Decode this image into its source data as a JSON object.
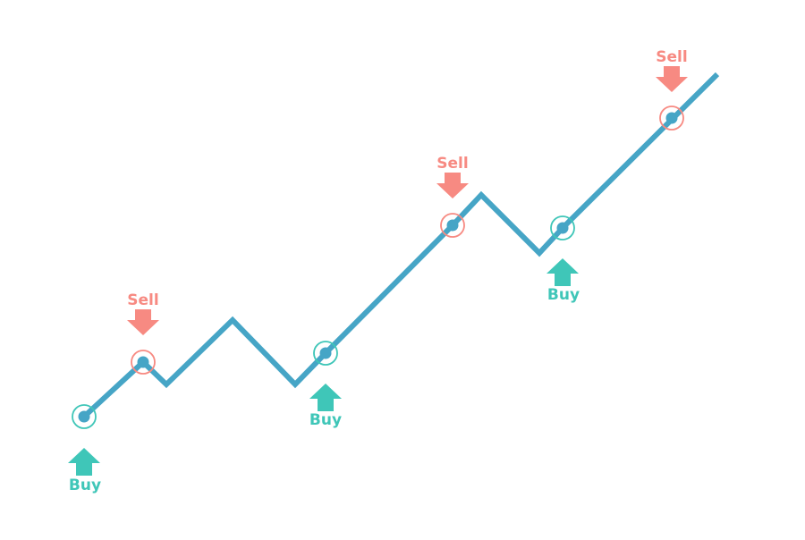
{
  "colors": {
    "line": "#46a5c6",
    "buy": "#3fc6b8",
    "sell": "#f78a82",
    "background": "#ffffff"
  },
  "signals": [
    {
      "id": "buy-1",
      "type": "buy",
      "label": "Buy"
    },
    {
      "id": "sell-1",
      "type": "sell",
      "label": "Sell"
    },
    {
      "id": "buy-2",
      "type": "buy",
      "label": "Buy"
    },
    {
      "id": "sell-2",
      "type": "sell",
      "label": "Sell"
    },
    {
      "id": "buy-3",
      "type": "buy",
      "label": "Buy"
    },
    {
      "id": "sell-3",
      "type": "sell",
      "label": "Sell"
    }
  ]
}
